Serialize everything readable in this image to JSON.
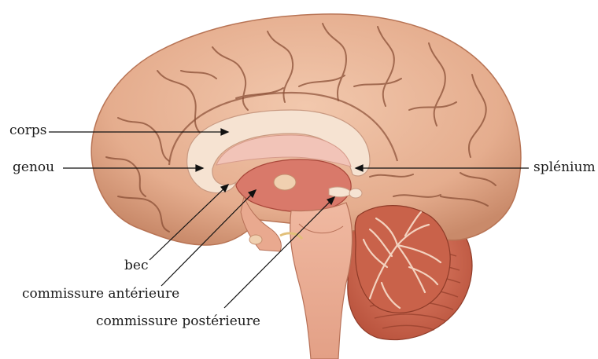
{
  "labels": {
    "corps": "corps",
    "genou": "genou",
    "splenium": "splénium",
    "bec": "bec",
    "commissure_anterieure": "commissure antérieure",
    "commissure_posterieure": "commissure postérieure"
  },
  "colors": {
    "cortex": "#eab89a",
    "cortex_shadow": "#b97b5c",
    "sulcus": "#8a4f36",
    "corpus_callosum": "#f6e3d2",
    "ventricle": "#f2c4b8",
    "thalamus": "#d9796a",
    "brainstem": "#e9a98f",
    "cerebellum": "#d9745c",
    "arbor_vitae": "#f3d2bf",
    "leader_line": "#111111"
  }
}
